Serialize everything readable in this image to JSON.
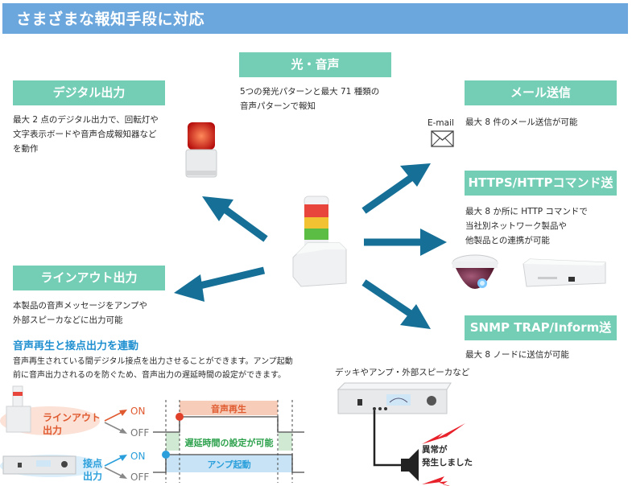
{
  "header": {
    "title": "さまざまな報知手段に対応"
  },
  "colors": {
    "header_bg": "#6ba6dd",
    "label_bg": "#74cdb5",
    "arrow": "#156f96",
    "subtitle": "#1f8fd0",
    "line_out": "#e05a30",
    "contact_out": "#2a9fdb",
    "delay_text": "#2aa04a"
  },
  "center": {
    "device": "signal-tower-light"
  },
  "sections": {
    "light_sound": {
      "label": "光・音声",
      "desc": "5つの発光パターンと最大 71 種類の\n音声パターンで報知"
    },
    "digital_output": {
      "label": "デジタル出力",
      "desc": "最大 2 点のデジタル出力で、回転灯や\n文字表示ボードや音声合成報知器など\nを動作"
    },
    "line_out": {
      "label": "ラインアウト出力",
      "desc": "本製品の音声メッセージをアンプや\n外部スピーカなどに出力可能"
    },
    "email": {
      "label": "メール送信",
      "icon_label": "E-mail",
      "desc": "最大 8 件のメール送信が可能"
    },
    "https": {
      "label": "HTTPS/HTTPコマンド送信",
      "desc": "最大 8 か所に HTTP コマンドで\n当社別ネットワーク製品や\n他製品との連携が可能"
    },
    "snmp": {
      "label": "SNMP TRAP/Inform送信",
      "desc": "最大 8 ノードに送信が可能"
    }
  },
  "linkage": {
    "title": "音声再生と接点出力を連動",
    "desc": "音声再生されている間デジタル接点を出力させることができます。アンプ起動\n前に音声出力されるのを防ぐため、音声出力の遅延時間の設定ができます。",
    "line_out_label": "ラインアウト\n出力",
    "contact_label": "接点\n出力",
    "on": "ON",
    "off": "OFF",
    "audio_play": "音声再生",
    "delay_settable": "遅延時間の設定が可能",
    "amp_start": "アンプ起動"
  },
  "amp_area": {
    "caption": "デッキやアンプ・外部スピーカなど",
    "speaker_text": "異常が\n発生しました"
  }
}
